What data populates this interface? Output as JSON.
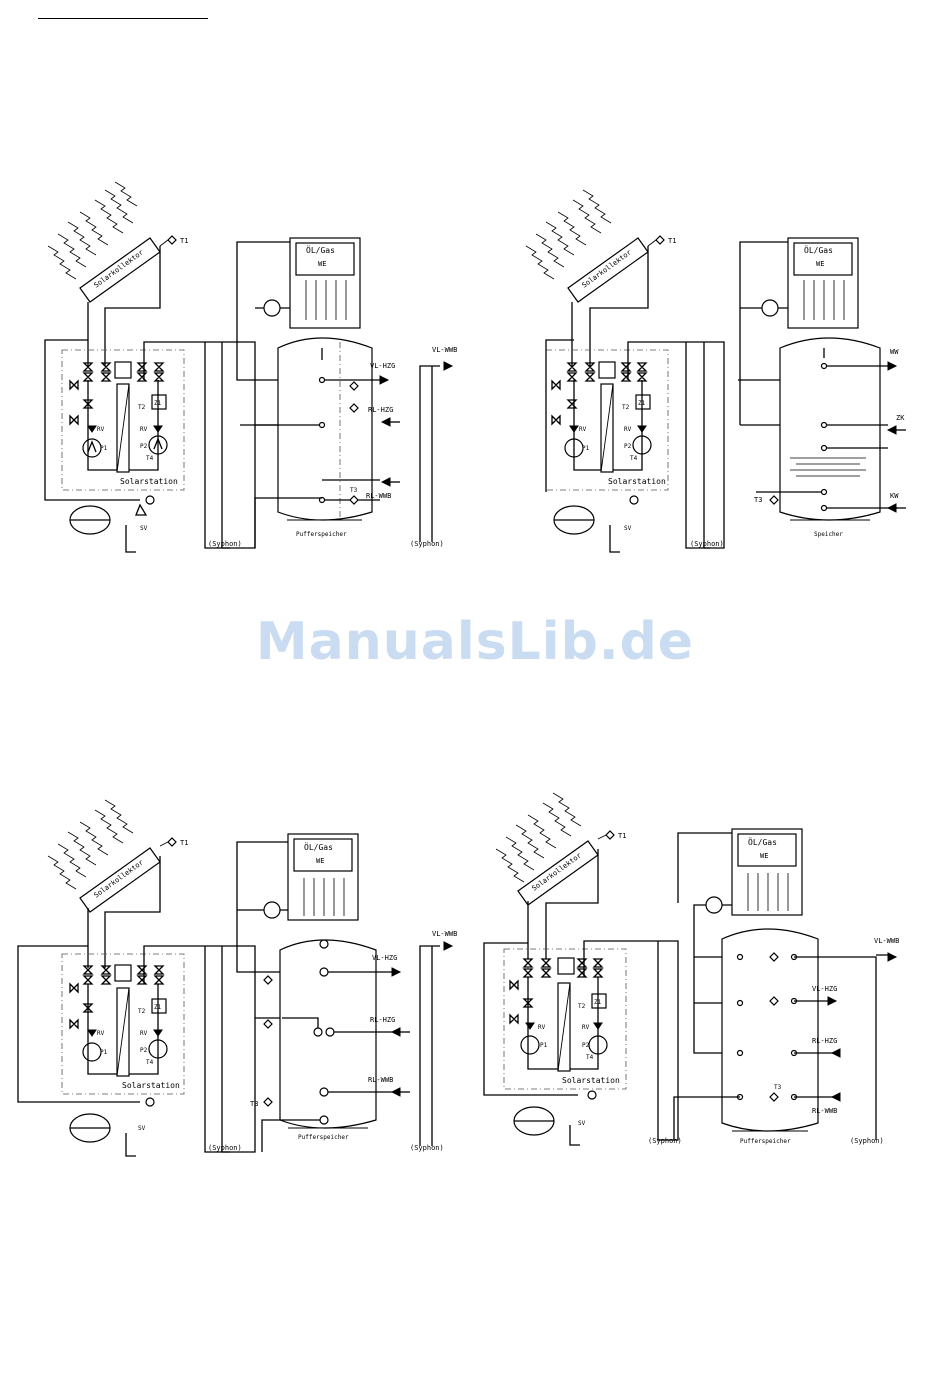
{
  "diagrams": [
    {
      "collector": "Solarkollektor",
      "sensor_t1": "T1",
      "boiler": "ÖL/Gas",
      "boiler_sub": "WE",
      "station": "Solarstation",
      "t2": "T2",
      "z1": "Z1",
      "rv": "RV",
      "p1": "P1",
      "p2": "P2",
      "t4": "T4",
      "sv": "SV",
      "syphon": "(Syphon)",
      "syphon2": "(Syphon)",
      "tank": "Pufferspeicher",
      "port_a": "VL-HZG",
      "port_b": "RL-HZG",
      "port_c": "RL-WWB",
      "port_d": "VL-WWB",
      "t3": "T3"
    },
    {
      "collector": "Solarkollektor",
      "sensor_t1": "T1",
      "boiler": "ÖL/Gas",
      "boiler_sub": "WE",
      "station": "Solarstation",
      "t2": "T2",
      "z1": "Z1",
      "rv": "RV",
      "p1": "P1",
      "p2": "P2",
      "t4": "T4",
      "sv": "SV",
      "syphon": "(Syphon)",
      "tank": "Speicher",
      "port_a": "WW",
      "port_b": "ZK",
      "port_c": "KW",
      "t3": "T3"
    },
    {
      "collector": "Solarkollektor",
      "sensor_t1": "T1",
      "boiler": "ÖL/Gas",
      "boiler_sub": "WE",
      "station": "Solarstation",
      "t2": "T2",
      "z1": "Z1",
      "rv": "RV",
      "p1": "P1",
      "p2": "P2",
      "t4": "T4",
      "sv": "SV",
      "syphon": "(Syphon)",
      "syphon2": "(Syphon)",
      "tank": "Pufferspeicher",
      "port_a": "VL-HZG",
      "port_b": "RL-HZG",
      "port_c": "RL-WWB",
      "port_d": "VL-WWB",
      "t3": "T3"
    },
    {
      "collector": "Solarkollektor",
      "sensor_t1": "T1",
      "boiler": "ÖL/Gas",
      "boiler_sub": "WE",
      "station": "Solarstation",
      "t2": "T2",
      "z1": "Z1",
      "rv": "RV",
      "p1": "P1",
      "p2": "P2",
      "t4": "T4",
      "sv": "SV",
      "syphon": "(Syphon)",
      "syphon2": "(Syphon)",
      "tank": "Pufferspeicher",
      "port_a": "VL-HZG",
      "port_b": "RL-HZG",
      "port_c": "RL-WWB",
      "port_d": "VL-WWB",
      "t3": "T3"
    }
  ],
  "watermark": "ManualsLib.de"
}
